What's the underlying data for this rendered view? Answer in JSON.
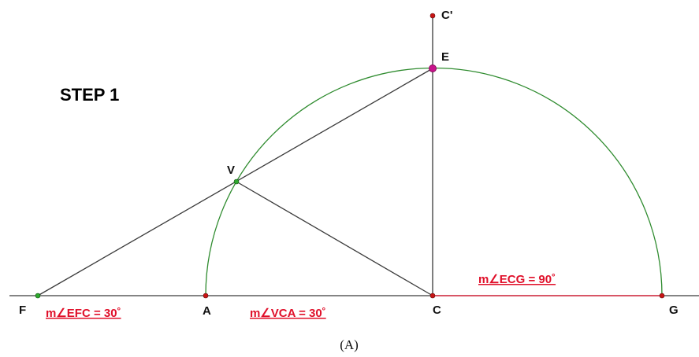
{
  "title": "STEP 1",
  "caption": "(A)",
  "points": {
    "C_prime": "C'",
    "E": "E",
    "V": "V",
    "F": "F",
    "A": "A",
    "C": "C",
    "G": "G"
  },
  "measurements": {
    "efc": "m∠EFC = 30˚",
    "vca": "m∠VCA = 30˚",
    "ecg": "m∠ECG = 90˚"
  },
  "colors": {
    "arc": "#2e8b2e",
    "line": "#3a3a3a",
    "measure": "#e0102a",
    "point": "#c81414",
    "point_e": "#c8148c",
    "point_v": "#2ea82e",
    "point_f": "#2ea82e"
  }
}
